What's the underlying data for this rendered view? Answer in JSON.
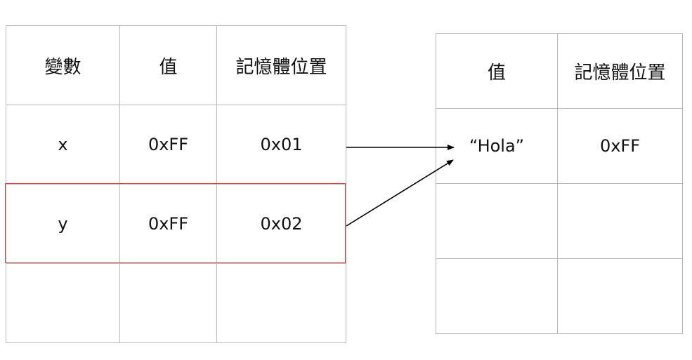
{
  "left_table": {
    "headers": [
      "變數",
      "值",
      "記憶體位置"
    ],
    "rows": [
      [
        "x",
        "0xFF",
        "0x01"
      ],
      [
        "y",
        "0xFF",
        "0x02"
      ],
      [
        "",
        "",
        ""
      ]
    ]
  },
  "right_table": {
    "headers": [
      "值",
      "記憶體位置"
    ],
    "rows": [
      [
        "“Hola”",
        "0xFF"
      ],
      [
        "",
        ""
      ],
      [
        "",
        ""
      ]
    ]
  },
  "colors": {
    "grid": "#b8b8b8",
    "highlight": "#d64545",
    "arrow": "#000000"
  }
}
